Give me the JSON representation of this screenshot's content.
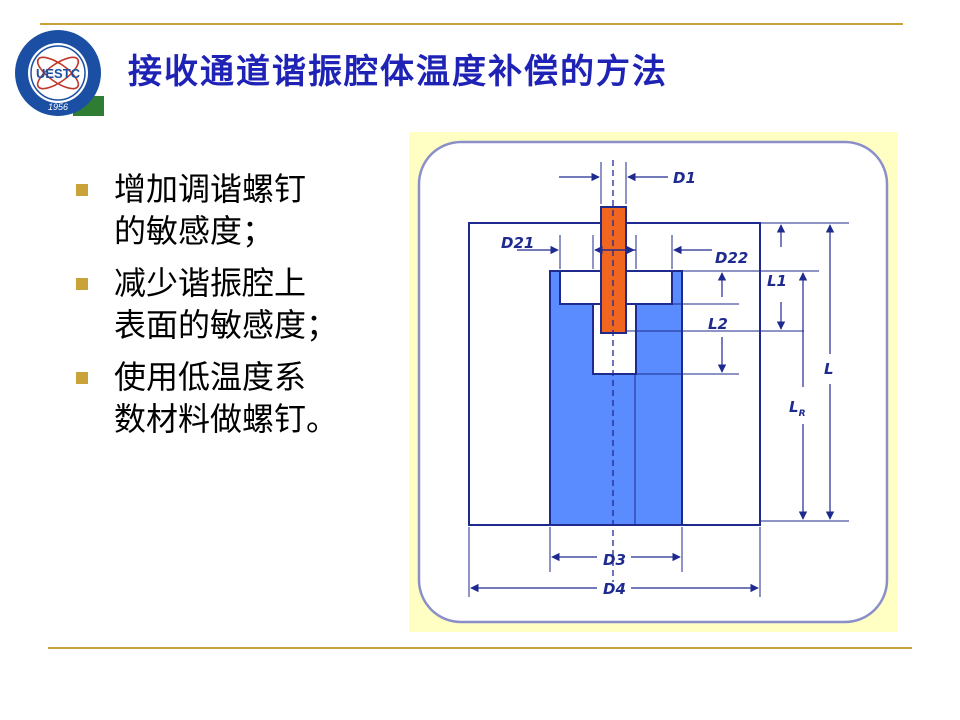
{
  "title": "接收通道谐振腔体温度补偿的方法",
  "logo": {
    "text": "UESTC",
    "year": "1956"
  },
  "bullets": [
    {
      "line1": "增加调谐螺钉",
      "line2": "的敏感度；"
    },
    {
      "line1": "减少谐振腔上",
      "line2": "表面的敏感度；"
    },
    {
      "line1": "使用低温度系",
      "line2": "数材料做螺钉。"
    }
  ],
  "diagram": {
    "labels": {
      "d1": "D1",
      "d21": "D21",
      "d22": "D22",
      "l1": "L1",
      "l2": "L2",
      "l": "L",
      "lr_main": "L",
      "lr_sub": "R",
      "d3": "D3",
      "d4": "D4"
    },
    "colors": {
      "panel": "#ffffc4",
      "card": "#ffffff",
      "cavity": "#5b8cff",
      "screw": "#f0661f",
      "dimension": "#1f2a8f"
    }
  }
}
